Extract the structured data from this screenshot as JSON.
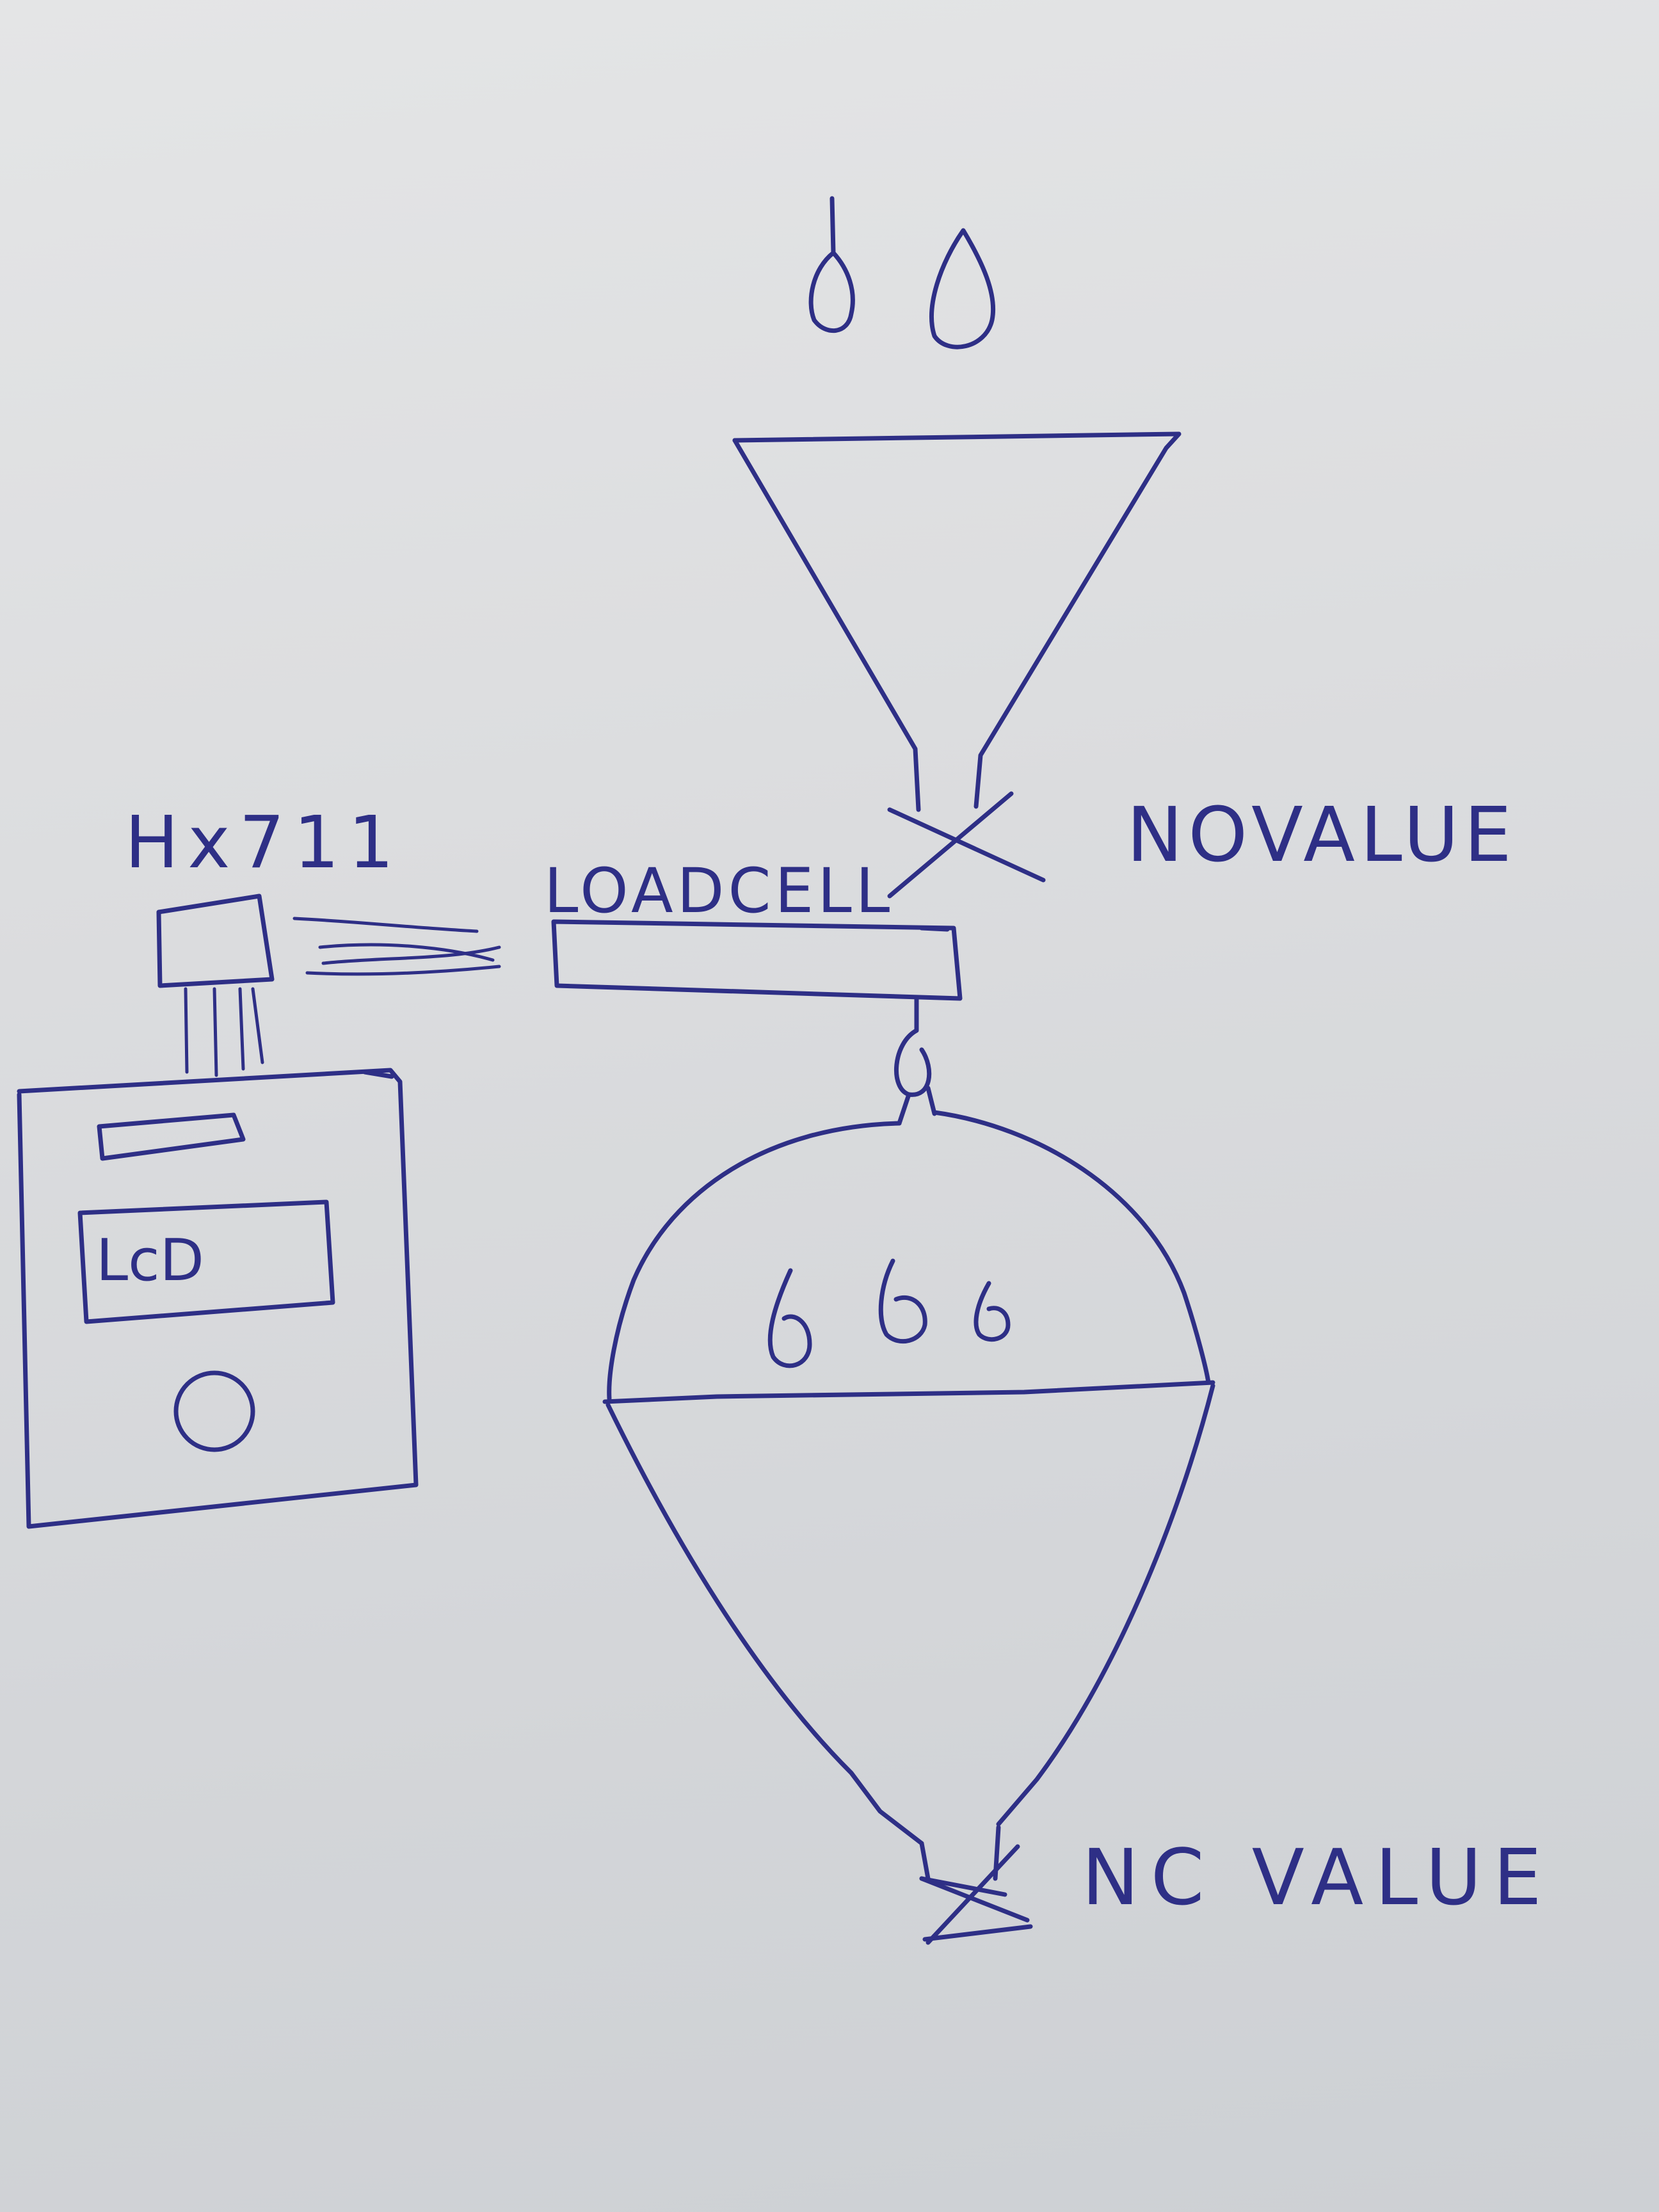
{
  "labels": {
    "hx711": "Hx711",
    "loadcell": "LOADCELL",
    "lcd": "LcD",
    "no_valve": "NOVALUE",
    "nc_valve": "NC VALUE"
  },
  "colors": {
    "ink": "#2e2f86",
    "paper": "#dcdddf"
  }
}
